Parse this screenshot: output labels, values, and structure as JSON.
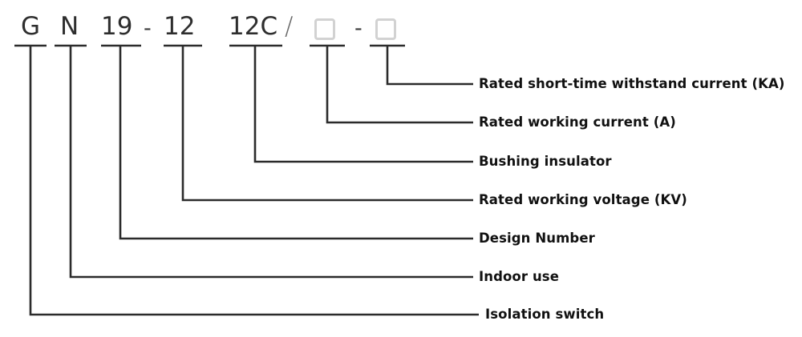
{
  "diagram": {
    "type": "model-designation-breakdown",
    "title_code": "GN19-12 12C/□-□",
    "colors": {
      "line": "#2b2b2b",
      "code_text": "#2e2e2e",
      "label_text": "#111111",
      "box_border": "#d2d2d2",
      "background": "#ffffff"
    },
    "code_segments": [
      {
        "id": "seg-g",
        "text": "G",
        "kind": "text"
      },
      {
        "id": "seg-n",
        "text": "N",
        "kind": "text"
      },
      {
        "id": "seg-19",
        "text": "19",
        "kind": "text"
      },
      {
        "id": "seg-dash-1",
        "text": "-",
        "kind": "separator"
      },
      {
        "id": "seg-12",
        "text": "12",
        "kind": "text"
      },
      {
        "id": "seg-12c",
        "text": "12C",
        "kind": "text"
      },
      {
        "id": "seg-slash",
        "text": "/",
        "kind": "separator"
      },
      {
        "id": "seg-box-1",
        "text": "",
        "kind": "placeholder-box"
      },
      {
        "id": "seg-dash-2",
        "text": "-",
        "kind": "separator"
      },
      {
        "id": "seg-box-2",
        "text": "",
        "kind": "placeholder-box"
      }
    ],
    "callouts": [
      {
        "id": "callout-short-time-current",
        "label": "Rated short-time withstand current (KA)",
        "source": "seg-box-2"
      },
      {
        "id": "callout-working-current",
        "label": "Rated working current (A)",
        "source": "seg-box-1"
      },
      {
        "id": "callout-bushing-insulator",
        "label": "Bushing insulator",
        "source": "seg-12c"
      },
      {
        "id": "callout-working-voltage",
        "label": "Rated working voltage (KV)",
        "source": "seg-12"
      },
      {
        "id": "callout-design-number",
        "label": "Design Number",
        "source": "seg-19"
      },
      {
        "id": "callout-indoor-use",
        "label": "Indoor use",
        "source": "seg-n"
      },
      {
        "id": "callout-isolation-switch",
        "label": "Isolation switch",
        "source": "seg-g"
      }
    ]
  }
}
